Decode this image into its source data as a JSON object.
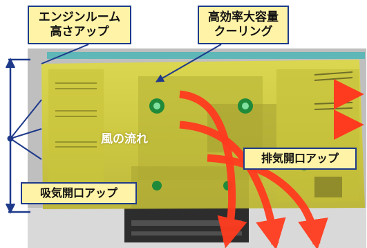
{
  "callouts": {
    "engine_room": {
      "line1": "エンジンルーム",
      "line2": "高さアップ"
    },
    "cooling": {
      "line1": "高効率大容量",
      "line2": "クーリング"
    },
    "exhaust": "排気開口アップ",
    "intake": "吸気開口アップ"
  },
  "labels": {
    "airflow": "風の流れ"
  },
  "colors": {
    "callout_fill": "#fff3a8",
    "callout_border": "#1f3a8a",
    "engine_body": "#d7d23a",
    "airflow_intake": "#7fd6e6",
    "airflow_mid": "#9b3fd1",
    "airflow_exhaust": "#ff3b1f"
  }
}
